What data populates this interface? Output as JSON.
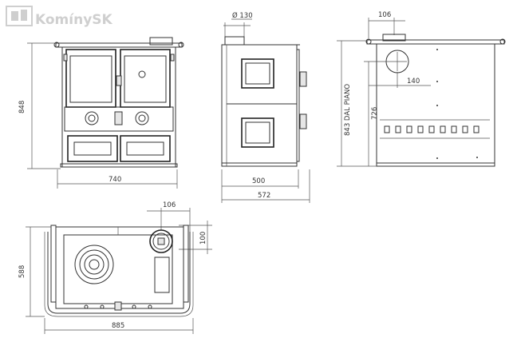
{
  "brand": {
    "logo_text": "KomínySK"
  },
  "dimensions": {
    "front_height": "848",
    "front_width": "740",
    "flue_diameter": "Ø 130",
    "side_depth_body": "500",
    "side_depth_total": "572",
    "right_flue_offset": "106",
    "right_flue_center": "140",
    "right_flue_height": "726",
    "right_height_label": "843 DAL PIANO",
    "top_flue_offset": "106",
    "top_flue_depth": "100",
    "top_depth": "588",
    "top_width": "885"
  }
}
